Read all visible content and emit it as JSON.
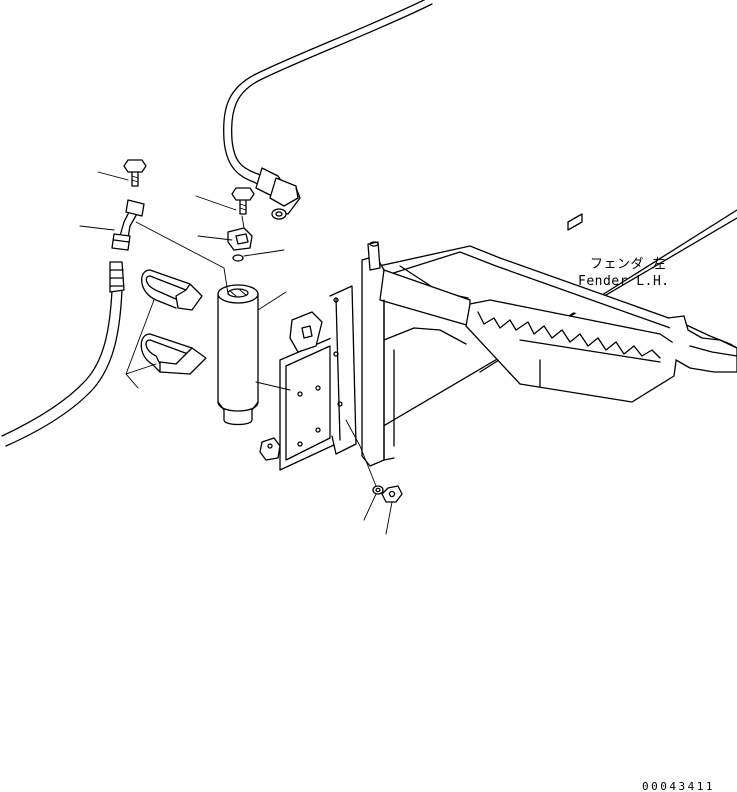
{
  "labels": {
    "fender_jp": "フェンダ 左",
    "fender_en": "Fender L.H."
  },
  "drawing_number": "00043411",
  "line_color": "#000000",
  "background_color": "#ffffff"
}
